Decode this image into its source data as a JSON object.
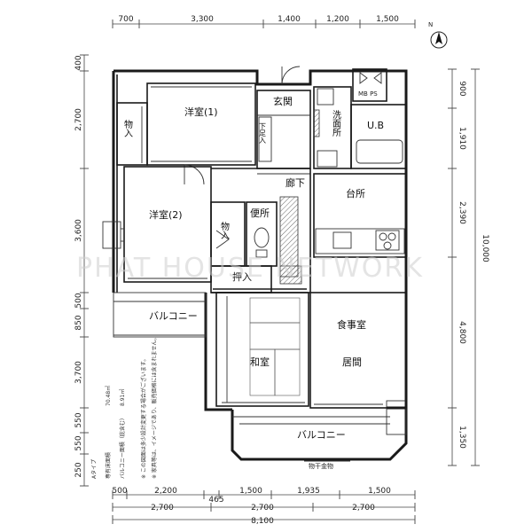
{
  "dimensions": {
    "top": [
      "700",
      "3,300",
      "1,400",
      "1,200",
      "1,500"
    ],
    "bottom_inner": [
      "500",
      "2,200",
      "465",
      "1,500",
      "1,935",
      "1,500"
    ],
    "bottom_mid": [
      "2,700",
      "2,700",
      "2,700"
    ],
    "bottom_total": "8,100",
    "left": [
      "400",
      "2,700",
      "3,600",
      "500",
      "850",
      "3,700",
      "550",
      "550",
      "250"
    ],
    "right": [
      "900",
      "1,910",
      "2,390",
      "10,000",
      "4,800",
      "1,350"
    ]
  },
  "rooms": {
    "western_room_1": "洋室(1)",
    "western_room_2": "洋室(2)",
    "storage_1": "物入",
    "storage_2": "物入",
    "closet": "押入",
    "entrance": "玄関",
    "shoe_box": "下足入",
    "hallway": "廊下",
    "washroom": "洗面所",
    "unit_bath": "U.B",
    "toilet": "便所",
    "kitchen": "台所",
    "dining": "食事室",
    "living": "居間",
    "japanese_room": "和室",
    "balcony_1": "バルコニー",
    "balcony_2": "バルコニー",
    "mb_ps": "MB PS",
    "laundry_rack": "物干金物"
  },
  "notes": {
    "type": "Aタイプ",
    "floor_area_label": "専有床面積",
    "floor_area_value": "70.48㎡",
    "balcony_area_label": "バルコニー面積（庇含む）",
    "balcony_area_value": "8.91㎡",
    "note_1": "※ この図面は多少設計変更する場合がございます。",
    "note_2": "※ 家具等は、イメージであり、販売価格には含まれません。"
  },
  "compass_label": "N",
  "watermark": "PHAT HOUSE NETWORK"
}
